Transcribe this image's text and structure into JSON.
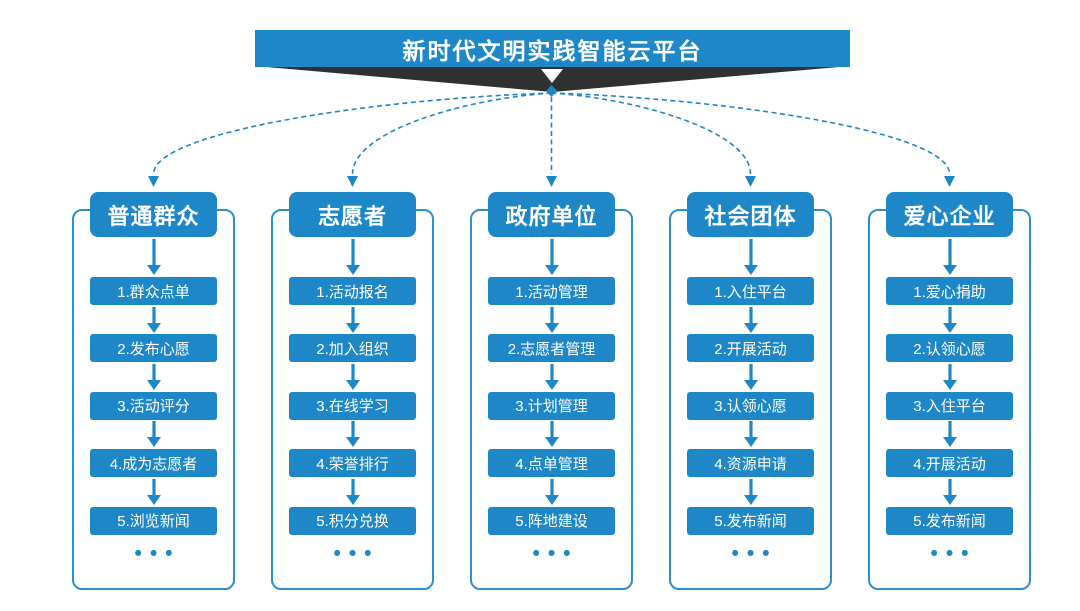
{
  "title": "新时代文明实践智能云平台",
  "colors": {
    "primary": "#1e87c8",
    "outline": "#2e8ecf",
    "ribbon_dark": "#303030",
    "background": "#ffffff",
    "text_on_blue": "#ffffff"
  },
  "groups": [
    {
      "header": "普通群众",
      "steps": [
        "1.群众点单",
        "2.发布心愿",
        "3.活动评分",
        "4.成为志愿者",
        "5.浏览新闻"
      ],
      "more": "•••"
    },
    {
      "header": "志愿者",
      "steps": [
        "1.活动报名",
        "2.加入组织",
        "3.在线学习",
        "4.荣誉排行",
        "5.积分兑换"
      ],
      "more": "•••"
    },
    {
      "header": "政府单位",
      "steps": [
        "1.活动管理",
        "2.志愿者管理",
        "3.计划管理",
        "4.点单管理",
        "5.阵地建设"
      ],
      "more": "•••"
    },
    {
      "header": "社会团体",
      "steps": [
        "1.入住平台",
        "2.开展活动",
        "3.认领心愿",
        "4.资源申请",
        "5.发布新闻"
      ],
      "more": "•••"
    },
    {
      "header": "爱心企业",
      "steps": [
        "1.爱心捐助",
        "2.认领心愿",
        "3.入住平台",
        "4.开展活动",
        "5.发布新闻"
      ],
      "more": "•••"
    }
  ]
}
